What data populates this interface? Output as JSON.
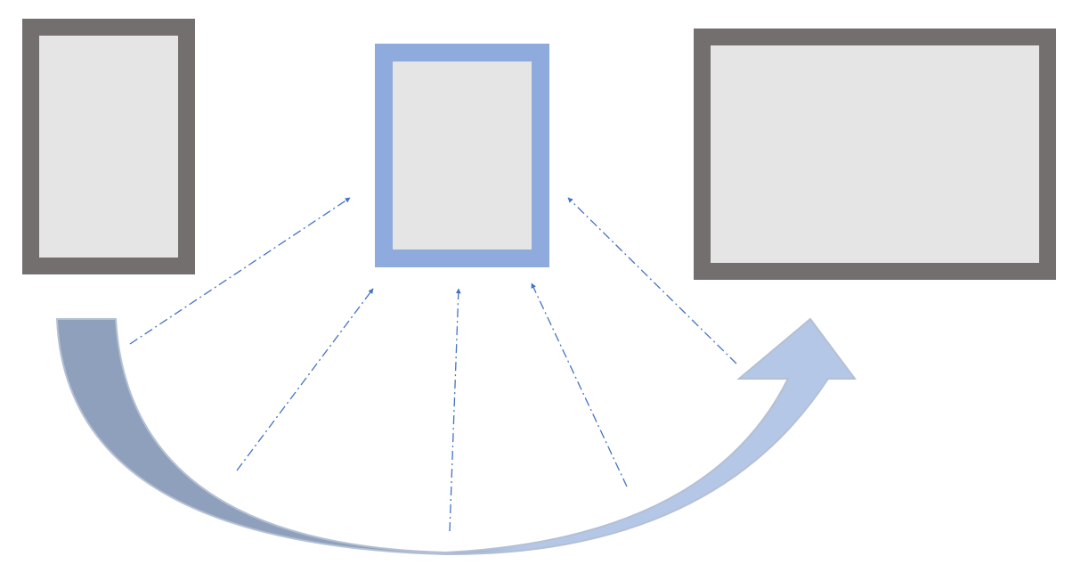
{
  "diagram": {
    "kind": "rotation-flow",
    "shapes": {
      "left_frame": {
        "orientation": "portrait",
        "border_color": "#736F6E",
        "fill_color": "#E5E5E5"
      },
      "center_frame": {
        "orientation": "portrait",
        "border_color": "#8FAADC",
        "fill_color": "#E5E5E5",
        "emphasis": "target"
      },
      "right_frame": {
        "orientation": "landscape",
        "border_color": "#736F6E",
        "fill_color": "#E5E5E5"
      }
    },
    "curved_arrow": {
      "direction": "left-to-right",
      "gradient_start_color": "#8EA0BC",
      "gradient_end_color": "#B4C7E7",
      "outline_color": "#B4C0D4"
    },
    "pointer_arrows": {
      "count": 5,
      "line_style": "dash-dot",
      "color": "#4472C4",
      "target": "center_frame"
    }
  }
}
